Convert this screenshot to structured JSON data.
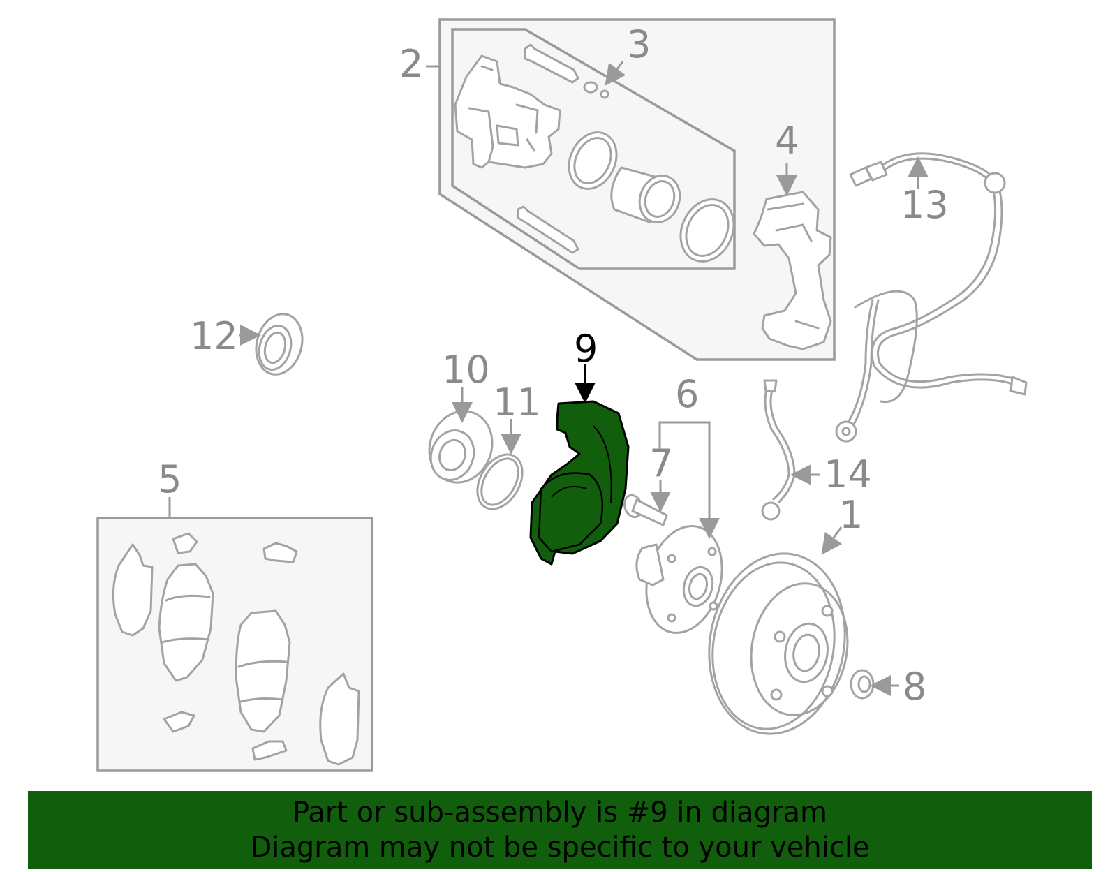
{
  "diagram": {
    "highlight_color": "#115e0d",
    "part_line_color": "#a3a3a3",
    "highlighted_part": "9",
    "callouts": [
      {
        "id": "c1",
        "label": "1"
      },
      {
        "id": "c2",
        "label": "2"
      },
      {
        "id": "c3",
        "label": "3"
      },
      {
        "id": "c4",
        "label": "4"
      },
      {
        "id": "c5",
        "label": "5"
      },
      {
        "id": "c6",
        "label": "6"
      },
      {
        "id": "c7",
        "label": "7"
      },
      {
        "id": "c8",
        "label": "8"
      },
      {
        "id": "c9",
        "label": "9"
      },
      {
        "id": "c10",
        "label": "10"
      },
      {
        "id": "c11",
        "label": "11"
      },
      {
        "id": "c12",
        "label": "12"
      },
      {
        "id": "c13",
        "label": "13"
      },
      {
        "id": "c14",
        "label": "14"
      }
    ]
  },
  "footer": {
    "line1": "Part or sub-assembly is #9 in diagram",
    "line2": "Diagram may not be specific to your vehicle",
    "background": "#115e0d"
  }
}
